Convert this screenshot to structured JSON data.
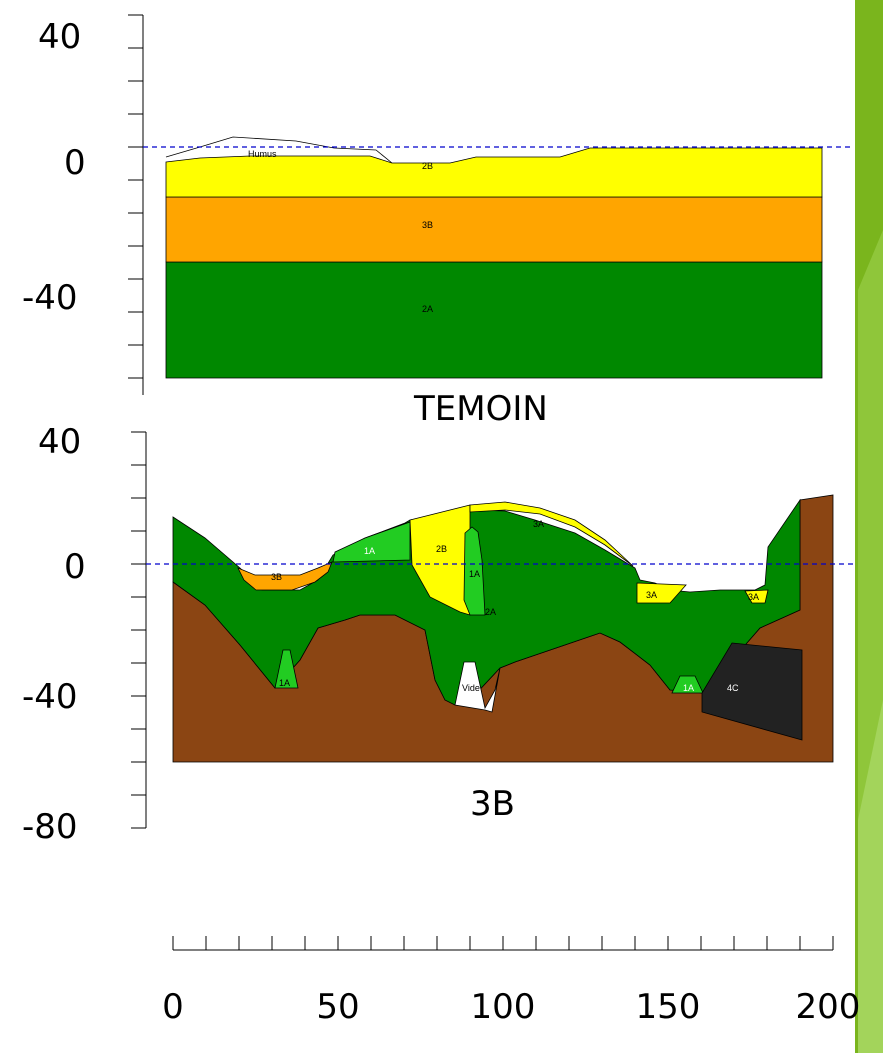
{
  "colors": {
    "yellow": "#FFFF00",
    "orange": "#FFA500",
    "green": "#008800",
    "bright_green": "#22CC22",
    "brown": "#8B4513",
    "dark": "#222222",
    "dashed_line": "#0000CC",
    "accent_green": "#7AB51D"
  },
  "top_panel": {
    "y_ticks": [
      "40",
      "0",
      "-40"
    ],
    "caption": "TEMOIN",
    "labels": {
      "humus": "Humus",
      "l2b": "2B",
      "l3b": "3B",
      "l2a": "2A"
    }
  },
  "bottom_panel": {
    "y_ticks": [
      "40",
      "0",
      "-40",
      "-80"
    ],
    "caption": "3B",
    "labels": {
      "l3b": "3B",
      "l1a_a": "1A",
      "l2b": "2B",
      "l1a_b": "1A",
      "l2a": "2A",
      "l3a_top": "3A",
      "l3a_a": "3A",
      "l3a_b": "3A",
      "l1a_c": "1A",
      "vide": "Vide",
      "l1a_d": "1A",
      "l4c": "4C"
    }
  },
  "x_axis": {
    "ticks": [
      "0",
      "50",
      "100",
      "150",
      "200"
    ]
  }
}
